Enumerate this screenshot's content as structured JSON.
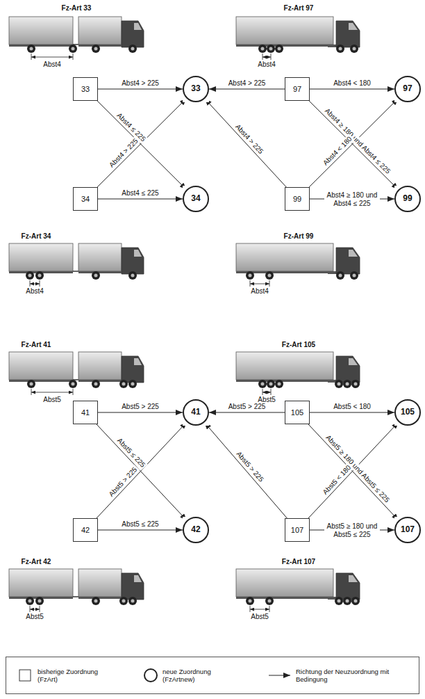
{
  "diagram": {
    "nodes": [
      {
        "text": [
          "33"
        ]
      },
      {
        "text": [
          "33"
        ]
      },
      {
        "text": [
          "97"
        ]
      },
      {
        "text": [
          "97"
        ]
      },
      {
        "text": [
          "34"
        ]
      },
      {
        "text": [
          "34"
        ]
      },
      {
        "text": [
          "99"
        ]
      },
      {
        "text": [
          "99"
        ]
      },
      {
        "text": [
          "41"
        ]
      },
      {
        "text": [
          "41"
        ]
      },
      {
        "text": [
          "105"
        ]
      },
      {
        "text": [
          "105"
        ]
      },
      {
        "text": [
          "42"
        ]
      },
      {
        "text": [
          "42"
        ]
      },
      {
        "text": [
          "107"
        ]
      },
      {
        "text": [
          "107"
        ]
      }
    ],
    "edges": [
      {
        "from": 0,
        "to": 1,
        "arrow": "to",
        "label": "Abst4 > 225"
      },
      {
        "from": 0,
        "to": 5,
        "arrow": "to",
        "label": "Abst4 ≤ 225"
      },
      {
        "from": 4,
        "to": 1,
        "arrow": "to",
        "label": "Abst4 > 225"
      },
      {
        "from": 4,
        "to": 5,
        "arrow": "to",
        "label": "Abst4 ≤ 225"
      },
      {
        "from": 2,
        "to": 1,
        "arrow": "to",
        "label": "Abst4 > 225"
      },
      {
        "from": 2,
        "to": 3,
        "arrow": "to",
        "label": "Abst4 < 180"
      },
      {
        "from": 2,
        "to": 7,
        "arrow": "to",
        "label": "Abst4 ≥ 180 und Abst4 ≤ 225"
      },
      {
        "from": 6,
        "to": 1,
        "arrow": "to",
        "label": "Abst4 > 225"
      },
      {
        "from": 6,
        "to": 3,
        "arrow": "to",
        "label": "Abst4 < 180"
      },
      {
        "from": 6,
        "to": 7,
        "arrow": "to",
        "label": "Abst4 ≥ 180 und Abst4 ≤ 225"
      },
      {
        "from": 8,
        "to": 9,
        "arrow": "to",
        "label": "Abst5 > 225"
      },
      {
        "from": 8,
        "to": 13,
        "arrow": "to",
        "label": "Abst5 ≤ 225"
      },
      {
        "from": 12,
        "to": 9,
        "arrow": "to",
        "label": "Abst5 > 225"
      },
      {
        "from": 12,
        "to": 13,
        "arrow": "to",
        "label": "Abst5 ≤ 225"
      },
      {
        "from": 10,
        "to": 9,
        "arrow": "to",
        "label": "Abst5 > 225"
      },
      {
        "from": 10,
        "to": 11,
        "arrow": "to",
        "label": "Abst5 < 180"
      },
      {
        "from": 10,
        "to": 15,
        "arrow": "to",
        "label": "Abst5 ≥ 180 und Abst5 ≤ 225"
      },
      {
        "from": 14,
        "to": 9,
        "arrow": "to",
        "label": "Abst5 > 225"
      },
      {
        "from": 14,
        "to": 11,
        "arrow": "to",
        "label": "Abst5 < 180"
      },
      {
        "from": 14,
        "to": 15,
        "arrow": "to",
        "label": "Abst5 ≥ 180 und Abst5 ≤ 225"
      }
    ],
    "labels": [
      "Fz-Art 33",
      "Fz-Art 97",
      "Abst4",
      "Abst4",
      "Fz-Art 34",
      "Abst4",
      "Fz-Art 99",
      "Abst4",
      "Fz-Art 41",
      "Abst5",
      "Fz-Art 105",
      "Abst5",
      "Fz-Art 42",
      "Abst5",
      "Fz-Art 107",
      "Abst5"
    ],
    "legend": [
      {
        "text": "bisherige Zuordnung (FzArt)"
      },
      {
        "text": "neue Zuordnung (FzArtnew)"
      },
      {
        "text": "Richtung der Neuzuordnung mit Bedingung"
      }
    ]
  }
}
